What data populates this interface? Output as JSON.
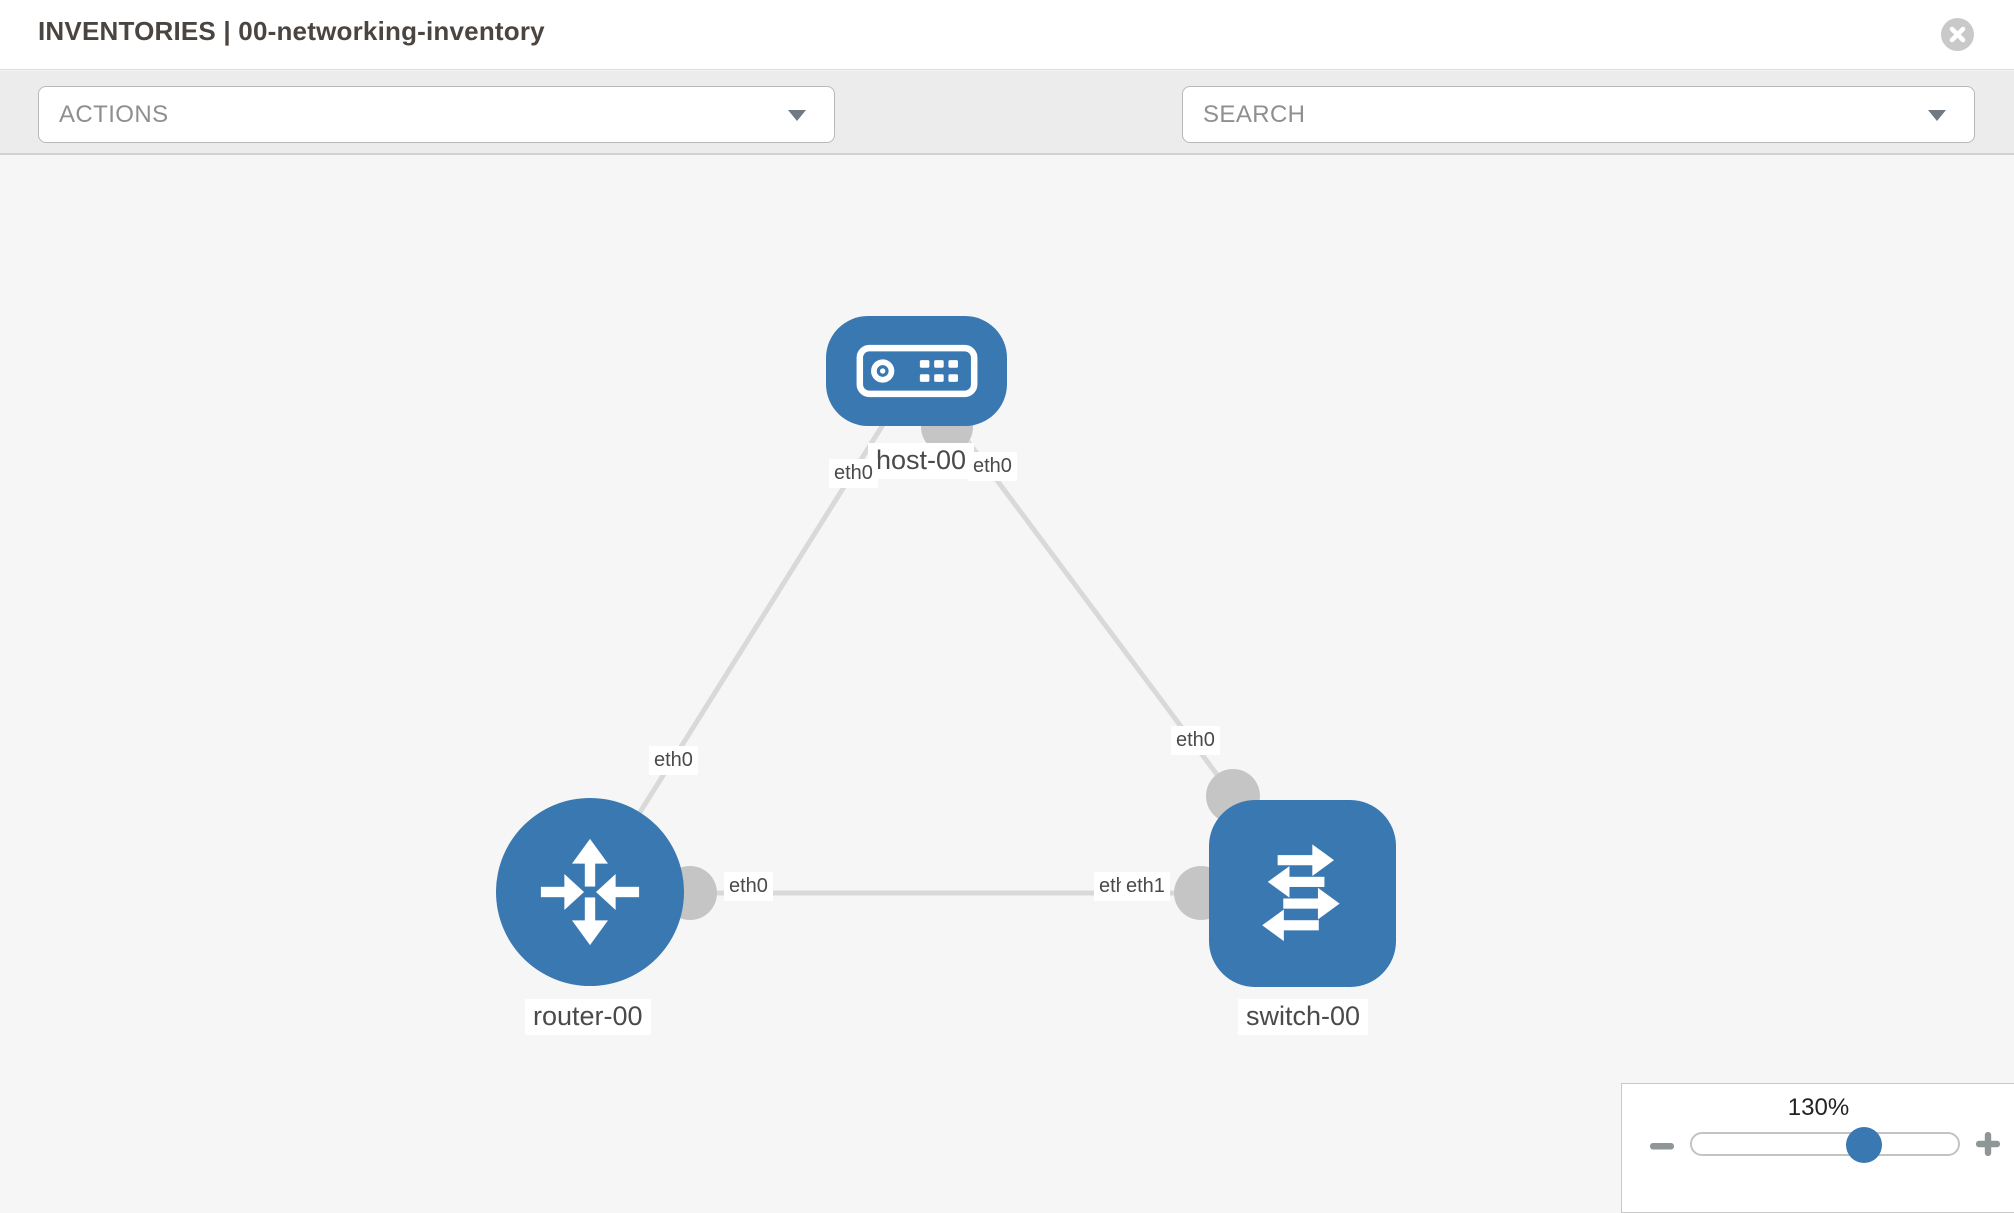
{
  "header": {
    "title": "INVENTORIES | 00-networking-inventory",
    "close_icon": "x-circle-icon"
  },
  "toolbar": {
    "actions_dropdown": {
      "label": "ACTIONS",
      "expanded": false
    },
    "icons": [
      {
        "name": "wrench-icon"
      },
      {
        "name": "key-icon"
      }
    ],
    "search_dropdown": {
      "placeholder": "SEARCH",
      "value": ""
    }
  },
  "topology": {
    "nodes": [
      {
        "id": "host-00",
        "label": "host-00",
        "type": "host",
        "shape": "rounded-rect",
        "icon": "host-icon"
      },
      {
        "id": "router-00",
        "label": "router-00",
        "type": "router",
        "shape": "circle",
        "icon": "router-icon"
      },
      {
        "id": "switch-00",
        "label": "switch-00",
        "type": "switch",
        "shape": "rounded-square",
        "icon": "switch-icon"
      }
    ],
    "links": [
      {
        "from": "host-00",
        "to": "router-00",
        "from_interface": "eth0",
        "to_interface": "eth0"
      },
      {
        "from": "host-00",
        "to": "switch-00",
        "from_interface": "eth0",
        "to_interface": "eth0"
      },
      {
        "from": "router-00",
        "to": "switch-00",
        "from_interface": "eth0",
        "to_interface": "eth1"
      }
    ],
    "interface_chips": {
      "host_router_host_side": "eth0",
      "host_switch_host_side": "eth0",
      "host_router_router_side": "eth0",
      "host_switch_switch_side": "eth0",
      "router_switch_router_side": "eth0",
      "router_switch_hidden_back": "eth0",
      "router_switch_switch_side": "eth1"
    },
    "node_labels": {
      "host": "host-00",
      "router": "router-00",
      "switch": "switch-00"
    }
  },
  "zoom_control": {
    "level": "130%",
    "percent": 130,
    "slider_fraction": 0.645,
    "minus_icon": "minus-icon",
    "plus_icon": "plus-icon"
  },
  "colors": {
    "node_blue": "#3a78b2",
    "link_gray": "#d9d9d9",
    "connector_gray": "#c5c5c5",
    "toolbar_bg": "#ececec",
    "canvas_bg": "#f6f6f6",
    "title_text": "#4a4541",
    "muted_text": "#8f8f8f"
  }
}
